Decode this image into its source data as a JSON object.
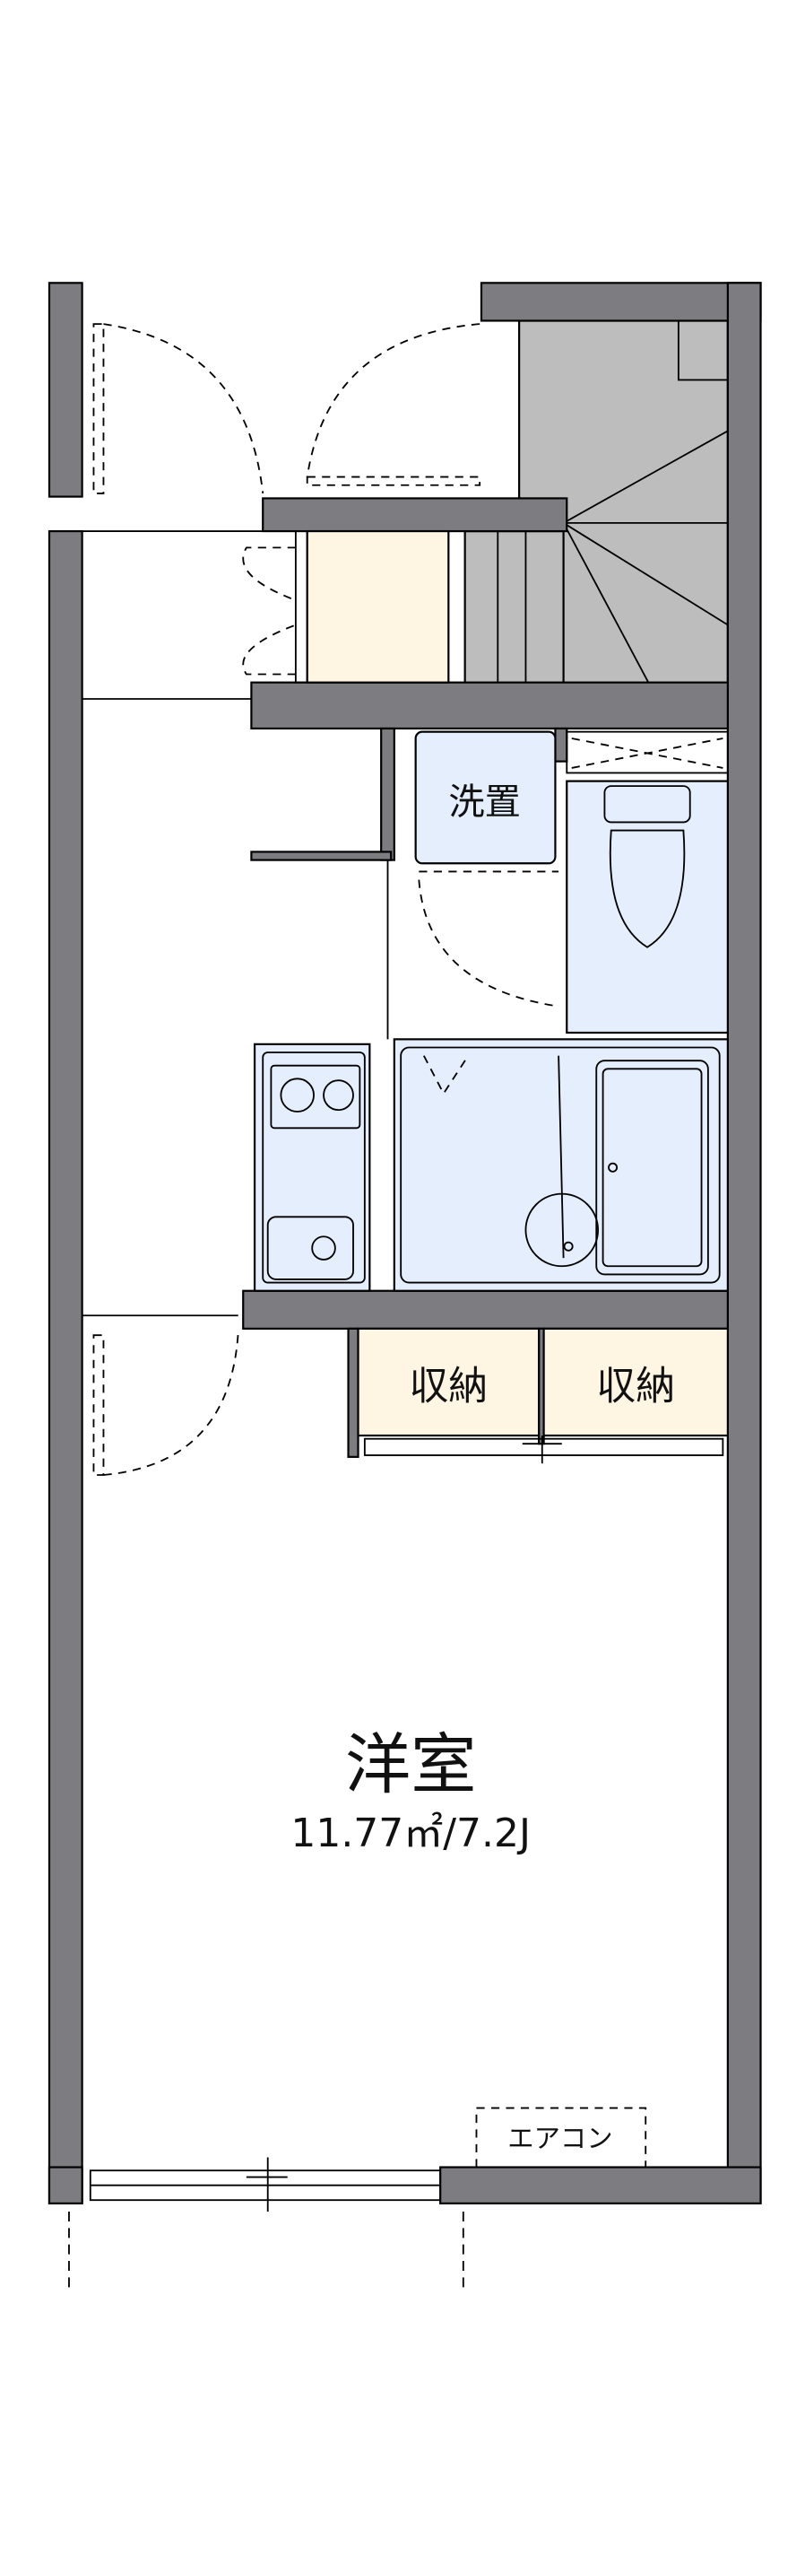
{
  "floorplan": {
    "rooms": {
      "washer": "洗置",
      "storage_1": "収納",
      "storage_2": "収納",
      "western_room": "洋室",
      "western_room_area": "11.77㎡/7.2J",
      "air_conditioner": "エアコン"
    },
    "colors": {
      "wall": "#7d7c80",
      "wet_area": "#e4eefc",
      "storage": "#fff5e3",
      "stairs": "#bdbdbd"
    }
  }
}
